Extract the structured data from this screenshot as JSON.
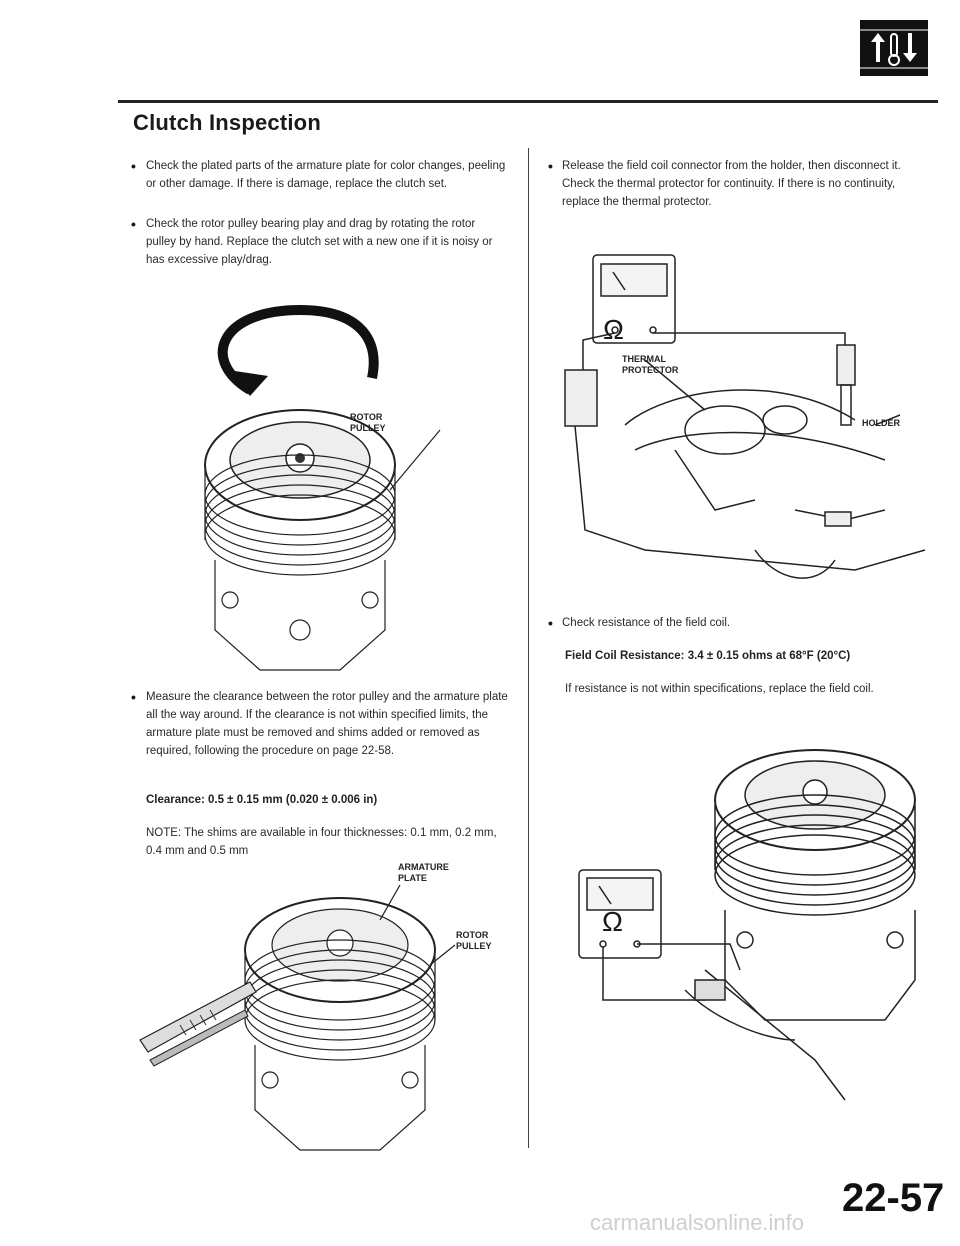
{
  "header": {
    "section_title": "Clutch Inspection"
  },
  "left_column": {
    "bullet_1": "Check the plated parts of the armature plate for color changes, peeling or other damage. If there is damage, replace the clutch set.",
    "bullet_2": "Check the rotor pulley bearing play and drag by rotating the rotor pulley by hand. Replace the clutch set with a new one if it is noisy or has excessive play/drag.",
    "figure_1_callouts": {
      "rotor_pulley_line1": "ROTOR",
      "rotor_pulley_line2": "PULLEY"
    },
    "bullet_3": "Measure the clearance between the rotor pulley and the armature plate all the way around. If the clearance is not within specified limits, the armature plate must be removed and shims added or removed as required, following the procedure on page 22-58.",
    "clearance_spec": "Clearance: 0.5 ± 0.15 mm (0.020 ± 0.006 in)",
    "note": "NOTE: The shims are available in four thicknesses: 0.1 mm, 0.2 mm, 0.4 mm and 0.5 mm",
    "figure_2_callouts": {
      "armature_plate_line1": "ARMATURE",
      "armature_plate_line2": "PLATE",
      "rotor_pulley_line1": "ROTOR",
      "rotor_pulley_line2": "PULLEY"
    }
  },
  "right_column": {
    "bullet_1": "Release the field coil connector from the holder, then disconnect it. Check the thermal protector for continuity. If there is no continuity, replace the thermal protector.",
    "figure_1_callouts": {
      "thermal_line1": "THERMAL",
      "thermal_line2": "PROTECTOR",
      "holder": "HOLDER",
      "ohm_symbol": "Ω"
    },
    "bullet_2": "Check resistance of the field coil.",
    "field_coil_spec": "Field Coil Resistance: 3.4 ± 0.15 ohms at 68°F (20°C)",
    "resistance_note": "If resistance is not within specifications, replace the field coil.",
    "figure_2_callouts": {
      "ohm_symbol": "Ω"
    }
  },
  "footer": {
    "page_number": "22-57",
    "watermark": "carmanualsonline.info"
  },
  "icons": {
    "section_icon": "thermometer-arrows-icon"
  },
  "bullet_char": "•"
}
